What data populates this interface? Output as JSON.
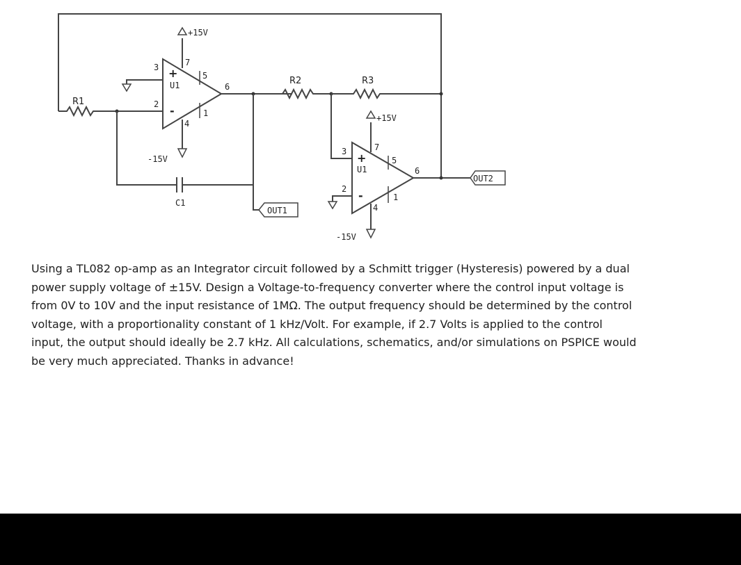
{
  "schematic": {
    "components": {
      "r1": "R1",
      "r2": "R2",
      "r3": "R3",
      "c1": "C1",
      "u1_a": "U1",
      "u1_b": "U1"
    },
    "power": {
      "vpos_1": "+15V",
      "vneg_1": "-15V",
      "vpos_2": "+15V",
      "vneg_2": "-15V"
    },
    "pins": {
      "a_3": "3",
      "a_2": "2",
      "a_7": "7",
      "a_5": "5",
      "a_6": "6",
      "a_1": "1",
      "a_4": "4",
      "b_3": "3",
      "b_2": "2",
      "b_7": "7",
      "b_5": "5",
      "b_6": "6",
      "b_1": "1",
      "b_4": "4"
    },
    "signs": {
      "a_plus": "+",
      "a_minus": "-",
      "b_plus": "+",
      "b_minus": "-"
    },
    "outputs": {
      "out1": "OUT1",
      "out2": "OUT2"
    }
  },
  "question": {
    "text": "Using a TL082 op-amp as an Integrator circuit followed by a Schmitt trigger (Hysteresis) powered by a dual power supply voltage of ±15V. Design a Voltage-to-frequency converter where the control input voltage is from 0V to 10V and the input resistance of 1MΩ. The output frequency should be determined by the control voltage, with a proportionality constant of 1 kHz/Volt. For example, if 2.7 Volts is applied to the control input, the output should ideally be 2.7 kHz. All calculations, schematics, and/or simulations on PSPICE would be very much appreciated. Thanks in advance!"
  }
}
